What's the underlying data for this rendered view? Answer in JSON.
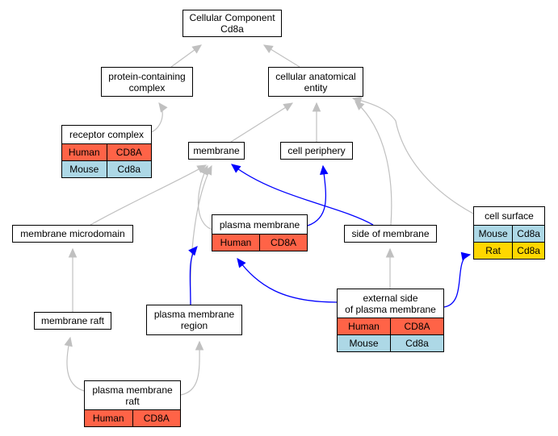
{
  "colors": {
    "human": "#ff6347",
    "mouse": "#add8e6",
    "rat": "#ffd700",
    "edge_is_a": "#c0c0c0",
    "edge_part_of": "#0000ff"
  },
  "nodes": [
    {
      "id": "cellular-component",
      "title": [
        "Cellular Component",
        "Cd8a"
      ],
      "rows": []
    },
    {
      "id": "protein-containing-complex",
      "title": [
        "protein-containing",
        "complex"
      ],
      "rows": []
    },
    {
      "id": "cellular-anatomical-entity",
      "title": [
        "cellular anatomical",
        "entity"
      ],
      "rows": []
    },
    {
      "id": "receptor-complex",
      "title": [
        "receptor complex"
      ],
      "rows": [
        {
          "species": "Human",
          "gene": "CD8A",
          "color": "#ff6347"
        },
        {
          "species": "Mouse",
          "gene": "Cd8a",
          "color": "#add8e6"
        }
      ]
    },
    {
      "id": "membrane",
      "title": [
        "membrane"
      ],
      "rows": []
    },
    {
      "id": "cell-periphery",
      "title": [
        "cell periphery"
      ],
      "rows": []
    },
    {
      "id": "cell-surface",
      "title": [
        "cell surface"
      ],
      "rows": [
        {
          "species": "Mouse",
          "gene": "Cd8a",
          "color": "#add8e6"
        },
        {
          "species": "Rat",
          "gene": "Cd8a",
          "color": "#ffd700"
        }
      ]
    },
    {
      "id": "plasma-membrane",
      "title": [
        "plasma membrane"
      ],
      "rows": [
        {
          "species": "Human",
          "gene": "CD8A",
          "color": "#ff6347"
        }
      ]
    },
    {
      "id": "membrane-microdomain",
      "title": [
        "membrane microdomain"
      ],
      "rows": []
    },
    {
      "id": "side-of-membrane",
      "title": [
        "side of membrane"
      ],
      "rows": []
    },
    {
      "id": "external-side-of-plasma-membrane",
      "title": [
        "external side",
        "of plasma membrane"
      ],
      "rows": [
        {
          "species": "Human",
          "gene": "CD8A",
          "color": "#ff6347"
        },
        {
          "species": "Mouse",
          "gene": "Cd8a",
          "color": "#add8e6"
        }
      ]
    },
    {
      "id": "membrane-raft",
      "title": [
        "membrane raft"
      ],
      "rows": []
    },
    {
      "id": "plasma-membrane-region",
      "title": [
        "plasma membrane",
        "region"
      ],
      "rows": []
    },
    {
      "id": "plasma-membrane-raft",
      "title": [
        "plasma membrane",
        "raft"
      ],
      "rows": [
        {
          "species": "Human",
          "gene": "CD8A",
          "color": "#ff6347"
        }
      ]
    }
  ],
  "edges": [
    {
      "from": "protein-containing-complex",
      "to": "cellular-component",
      "kind": "is_a"
    },
    {
      "from": "cellular-anatomical-entity",
      "to": "cellular-component",
      "kind": "is_a"
    },
    {
      "from": "receptor-complex",
      "to": "protein-containing-complex",
      "kind": "is_a"
    },
    {
      "from": "membrane",
      "to": "cellular-anatomical-entity",
      "kind": "is_a"
    },
    {
      "from": "cell-periphery",
      "to": "cellular-anatomical-entity",
      "kind": "is_a"
    },
    {
      "from": "side-of-membrane",
      "to": "cellular-anatomical-entity",
      "kind": "is_a"
    },
    {
      "from": "cell-surface",
      "to": "cellular-anatomical-entity",
      "kind": "is_a"
    },
    {
      "from": "membrane-microdomain",
      "to": "membrane",
      "kind": "is_a"
    },
    {
      "from": "plasma-membrane",
      "to": "membrane",
      "kind": "is_a"
    },
    {
      "from": "plasma-membrane-region",
      "to": "membrane",
      "kind": "is_a"
    },
    {
      "from": "side-of-membrane",
      "to": "membrane",
      "kind": "part_of"
    },
    {
      "from": "plasma-membrane",
      "to": "cell-periphery",
      "kind": "part_of"
    },
    {
      "from": "plasma-membrane-region",
      "to": "plasma-membrane",
      "kind": "part_of"
    },
    {
      "from": "external-side-of-plasma-membrane",
      "to": "plasma-membrane",
      "kind": "part_of"
    },
    {
      "from": "external-side-of-plasma-membrane",
      "to": "side-of-membrane",
      "kind": "is_a"
    },
    {
      "from": "external-side-of-plasma-membrane",
      "to": "cell-surface",
      "kind": "part_of"
    },
    {
      "from": "membrane-raft",
      "to": "membrane-microdomain",
      "kind": "is_a"
    },
    {
      "from": "plasma-membrane-raft",
      "to": "membrane-raft",
      "kind": "is_a"
    },
    {
      "from": "plasma-membrane-raft",
      "to": "plasma-membrane-region",
      "kind": "is_a"
    }
  ]
}
